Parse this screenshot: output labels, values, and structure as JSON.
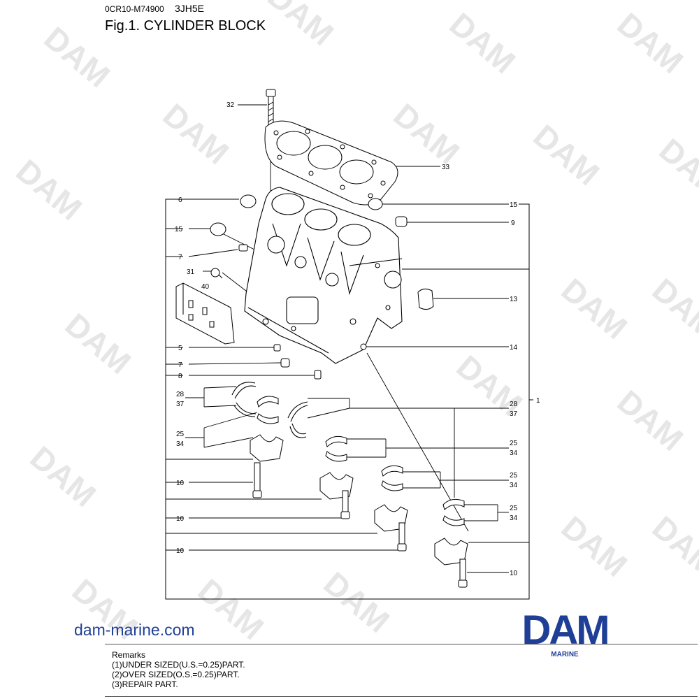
{
  "header": {
    "doc_code": "0CR10-M74900",
    "model": "3JH5E",
    "figure_title": "Fig.1.  CYLINDER BLOCK"
  },
  "callouts": {
    "c1": "1",
    "c5": "5",
    "c6": "6",
    "c7a": "7",
    "c7b": "7",
    "c8": "8",
    "c9": "9",
    "c10a": "10",
    "c10b": "10",
    "c10c": "10",
    "c10d": "10",
    "c13": "13",
    "c14": "14",
    "c15a": "15",
    "c15b": "15",
    "c25a": "25",
    "c34a": "34",
    "c25b": "25",
    "c34b": "34",
    "c25c": "25",
    "c34c": "34",
    "c25d": "25",
    "c34d": "34",
    "c28a": "28",
    "c37a": "37",
    "c28b": "28",
    "c37b": "37",
    "c31": "31",
    "c32": "32",
    "c33": "33",
    "c40": "40"
  },
  "footer": {
    "site_url": "dam-marine.com",
    "brand_name": "DAM",
    "brand_sub": "MARINE",
    "remarks": [
      "Remarks",
      "(1)UNDER SIZED(U.S.=0.25)PART.",
      "(2)OVER SIZED(O.S.=0.25)PART.",
      "(3)REPAIR PART."
    ]
  },
  "colors": {
    "brand": "#1f3f96",
    "line": "#000000"
  }
}
